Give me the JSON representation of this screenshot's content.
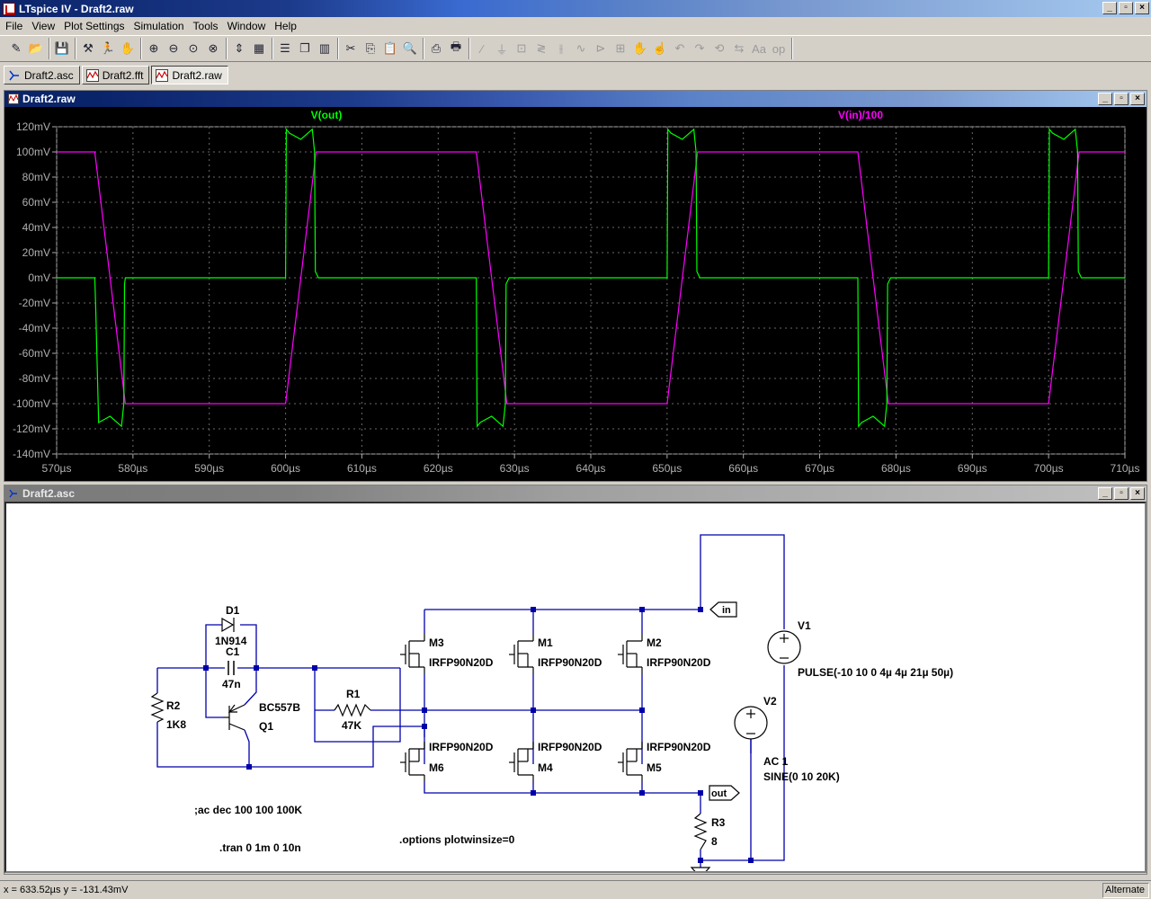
{
  "app": {
    "title": "LTspice IV - Draft2.raw",
    "window_buttons": [
      "_",
      "▫",
      "×"
    ]
  },
  "menu": [
    {
      "label": "File"
    },
    {
      "label": "View"
    },
    {
      "label": "Plot Settings"
    },
    {
      "label": "Simulation"
    },
    {
      "label": "Tools"
    },
    {
      "label": "Window"
    },
    {
      "label": "Help"
    }
  ],
  "toolbar": {
    "groups": [
      [
        "new-schematic-icon",
        "open-folder-icon"
      ],
      [
        "save-icon"
      ],
      [
        "hammer-icon",
        "run-icon",
        "pan-hand-icon"
      ],
      [
        "zoom-in-icon",
        "zoom-out-icon",
        "zoom-fit-icon",
        "zoom-cancel-icon"
      ],
      [
        "autorange-icon",
        "grid-icon"
      ],
      [
        "tile-horizontal-icon",
        "cascade-icon",
        "tile-vertical-icon"
      ],
      [
        "cut-icon",
        "copy-icon",
        "paste-icon",
        "find-icon"
      ],
      [
        "print-setup-icon",
        "print-icon"
      ],
      [
        "wire-icon",
        "ground-icon",
        "label-icon",
        "resistor-icon",
        "capacitor-icon",
        "inductor-icon",
        "diode-icon",
        "component-icon",
        "move-icon",
        "drag-icon",
        "undo-icon",
        "redo-icon",
        "rotate-icon",
        "mirror-icon",
        "text-icon",
        "spice-directive-icon"
      ]
    ]
  },
  "tabs": [
    {
      "label": "Draft2.asc",
      "icon": "schematic-icon",
      "active": false
    },
    {
      "label": "Draft2.fft",
      "icon": "waveform-icon",
      "active": false
    },
    {
      "label": "Draft2.raw",
      "icon": "waveform-icon",
      "active": true
    }
  ],
  "plot_window": {
    "title": "Draft2.raw"
  },
  "schematic_window": {
    "title": "Draft2.asc"
  },
  "chart_data": {
    "type": "line",
    "title": "",
    "xlabel": "",
    "ylabel": "",
    "xlim": [
      570,
      710
    ],
    "ylim": [
      -140,
      120
    ],
    "grid": true,
    "legend": "top",
    "x_unit": "µs",
    "y_unit": "mV",
    "x_ticks": [
      "570µs",
      "580µs",
      "590µs",
      "600µs",
      "610µs",
      "620µs",
      "630µs",
      "640µs",
      "650µs",
      "660µs",
      "670µs",
      "680µs",
      "690µs",
      "700µs",
      "710µs"
    ],
    "y_ticks": [
      "120mV",
      "100mV",
      "80mV",
      "60mV",
      "40mV",
      "20mV",
      "0mV",
      "-20mV",
      "-40mV",
      "-60mV",
      "-80mV",
      "-100mV",
      "-120mV",
      "-140mV"
    ],
    "series": [
      {
        "name": "V(out)",
        "color": "#00ff00",
        "x": [
          570,
          575.0,
          575.1,
          575.5,
          577.0,
          578.5,
          578.8,
          578.9,
          579.0,
          579.3,
          600.0,
          600.1,
          600.5,
          602.0,
          603.5,
          603.8,
          603.9,
          604.3,
          625.0,
          625.1,
          625.5,
          627.0,
          628.5,
          628.8,
          628.9,
          629.3,
          650.0,
          650.1,
          650.5,
          652.0,
          653.5,
          653.8,
          653.9,
          654.3,
          675.0,
          675.1,
          675.5,
          677.0,
          678.5,
          678.8,
          678.9,
          679.3,
          700.0,
          700.1,
          700.5,
          702.0,
          703.5,
          703.8,
          703.9,
          704.3,
          710
        ],
        "y": [
          0,
          0,
          -20,
          -115,
          -110,
          -118,
          -100,
          -5,
          0,
          0,
          0,
          118,
          115,
          110,
          118,
          100,
          5,
          0,
          0,
          -118,
          -115,
          -110,
          -118,
          -100,
          -5,
          0,
          0,
          118,
          115,
          110,
          118,
          100,
          5,
          0,
          0,
          -118,
          -115,
          -110,
          -118,
          -100,
          -5,
          0,
          0,
          118,
          115,
          110,
          118,
          100,
          5,
          0,
          0
        ]
      },
      {
        "name": "V(in)/100",
        "color": "#ff00ff",
        "x": [
          570,
          575,
          579,
          600,
          604,
          625,
          629,
          650,
          654,
          675,
          679,
          700,
          704,
          710
        ],
        "y": [
          100,
          100,
          -100,
          -100,
          100,
          100,
          -100,
          -100,
          100,
          100,
          -100,
          -100,
          100,
          100
        ]
      }
    ]
  },
  "schematic": {
    "components": {
      "D1": {
        "ref": "D1",
        "value": "1N914"
      },
      "C1": {
        "ref": "C1",
        "value": "47n"
      },
      "R2": {
        "ref": "R2",
        "value": "1K8"
      },
      "Q1": {
        "ref": "Q1",
        "value": "BC557B"
      },
      "R1": {
        "ref": "R1",
        "value": "47K"
      },
      "M3": {
        "ref": "M3",
        "value": "IRFP90N20D"
      },
      "M1": {
        "ref": "M1",
        "value": "IRFP90N20D"
      },
      "M2": {
        "ref": "M2",
        "value": "IRFP90N20D"
      },
      "M6": {
        "ref": "M6",
        "value": "IRFP90N20D"
      },
      "M4": {
        "ref": "M4",
        "value": "IRFP90N20D"
      },
      "M5": {
        "ref": "M5",
        "value": "IRFP90N20D"
      },
      "V1": {
        "ref": "V1",
        "value": "PULSE(-10 10 0 4µ 4µ 21µ 50µ)"
      },
      "V2": {
        "ref": "V2",
        "value1": "AC 1",
        "value2": "SINE(0 10 20K)"
      },
      "R3": {
        "ref": "R3",
        "value": "8"
      }
    },
    "net_labels": {
      "in": "in",
      "out": "out"
    },
    "directives": {
      "ac": ";ac dec 100 100 100K",
      "tran": ".tran 0 1m 0 10n",
      "options": ".options plotwinsize=0"
    }
  },
  "status": {
    "coords": "x = 633.52µs    y = -131.43mV",
    "mode": "Alternate"
  }
}
